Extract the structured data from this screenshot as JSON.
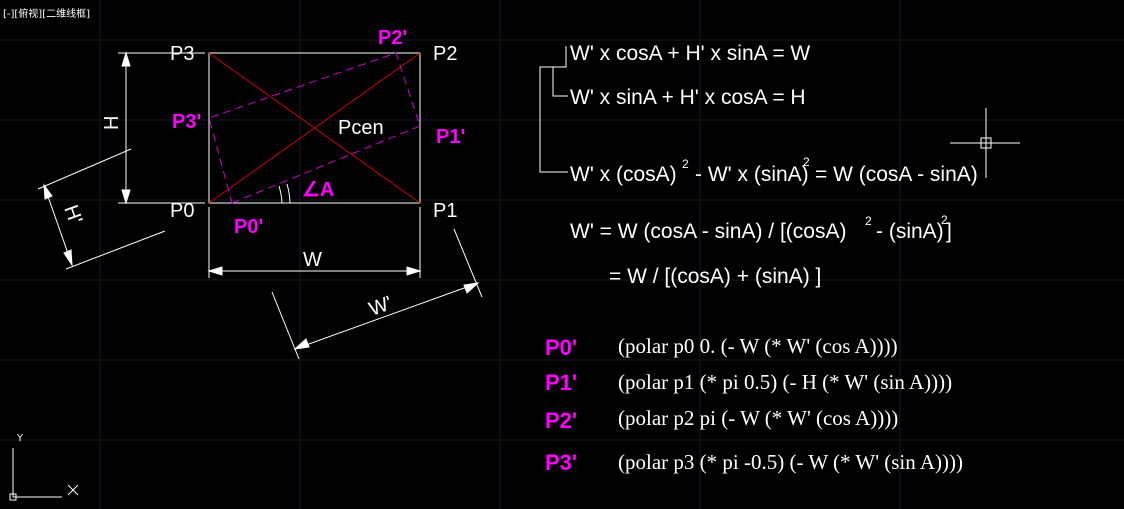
{
  "viewport": {
    "label": "[-][俯视][二维线框]"
  },
  "ucs": {
    "y_label": "Y",
    "x_label": "X"
  },
  "colors": {
    "background": "#000000",
    "rect": "#ffffff",
    "diagonal": "#cc0000",
    "rotated": "#cc00cc",
    "magenta": "#ff00ff",
    "grid": "#1a1f2e"
  },
  "figure": {
    "p0": "P0",
    "p1": "P1",
    "p2": "P2",
    "p3": "P3",
    "p0p": "P0'",
    "p1p": "P1'",
    "p2p": "P2'",
    "p3p": "P3'",
    "center": "Pcen",
    "angle": "∠A",
    "w": "W",
    "wp": "W'",
    "h": "H",
    "hp": "H'"
  },
  "equations": {
    "eq1": "W' x cosA + H' x sinA = W",
    "eq2": "W' x sinA + H' x cosA = H",
    "eq3a": "W' x (cosA)",
    "eq3b": "-  W' x (sinA)",
    "eq3c": "= W (cosA - sinA)",
    "exp": "2",
    "eq4a": "W'   = W (cosA - sinA) / [(cosA)",
    "eq4b": "- (sinA)",
    "eq4c": "]",
    "eq5": "= W / [(cosA) + (sinA) ]"
  },
  "code": [
    {
      "point": "P0'",
      "expr": "(polar p0 0. (- W  (* W' (cos A))))"
    },
    {
      "point": "P1'",
      "expr": "(polar p1 (* pi 0.5) (- H  (* W' (sin A))))"
    },
    {
      "point": "P2'",
      "expr": "(polar p2 pi (- W  (* W' (cos A))))"
    },
    {
      "point": "P3'",
      "expr": "(polar p3 (* pi -0.5) (- W  (* W' (sin A))))"
    }
  ]
}
